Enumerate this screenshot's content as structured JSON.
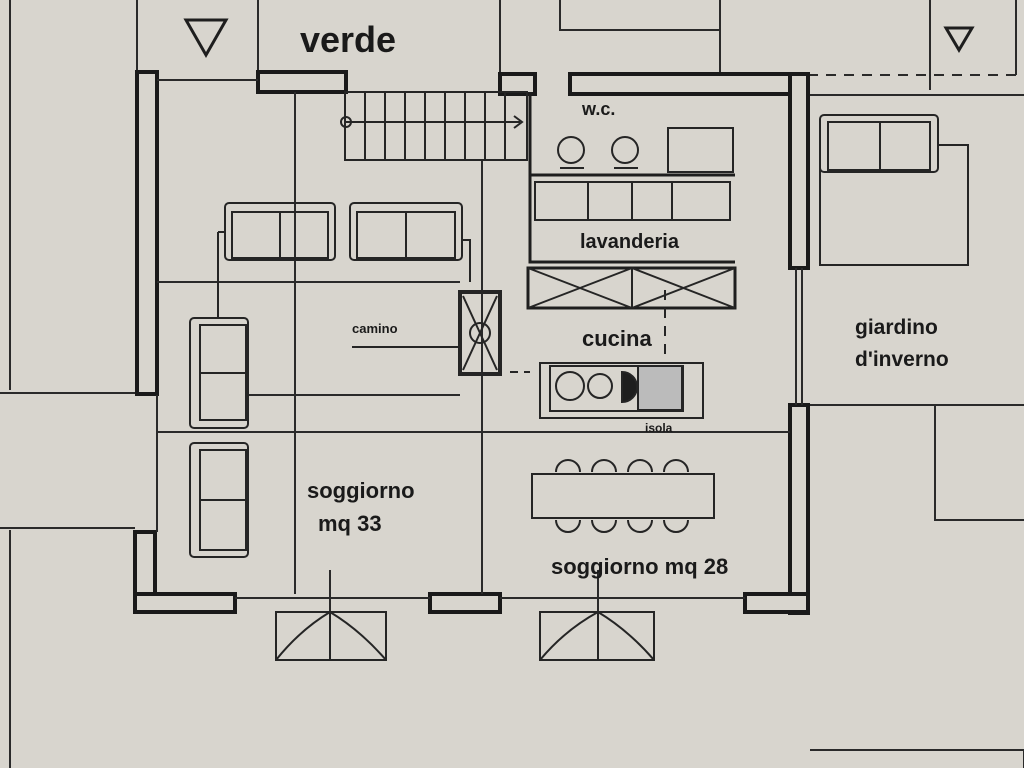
{
  "plan": {
    "labels": {
      "verde": "verde",
      "wc": "w.c.",
      "lavanderia": "lavanderia",
      "camino": "camino",
      "cucina": "cucina",
      "isola": "isola",
      "soggiorno_left_line1": "soggiorno",
      "soggiorno_left_line2": "mq 33",
      "soggiorno_right": "soggiorno mq 28",
      "giardino_line1": "giardino",
      "giardino_line2": "d'inverno"
    },
    "colors": {
      "paper": "#d8d5ce",
      "ink": "#1e1e1e"
    }
  }
}
